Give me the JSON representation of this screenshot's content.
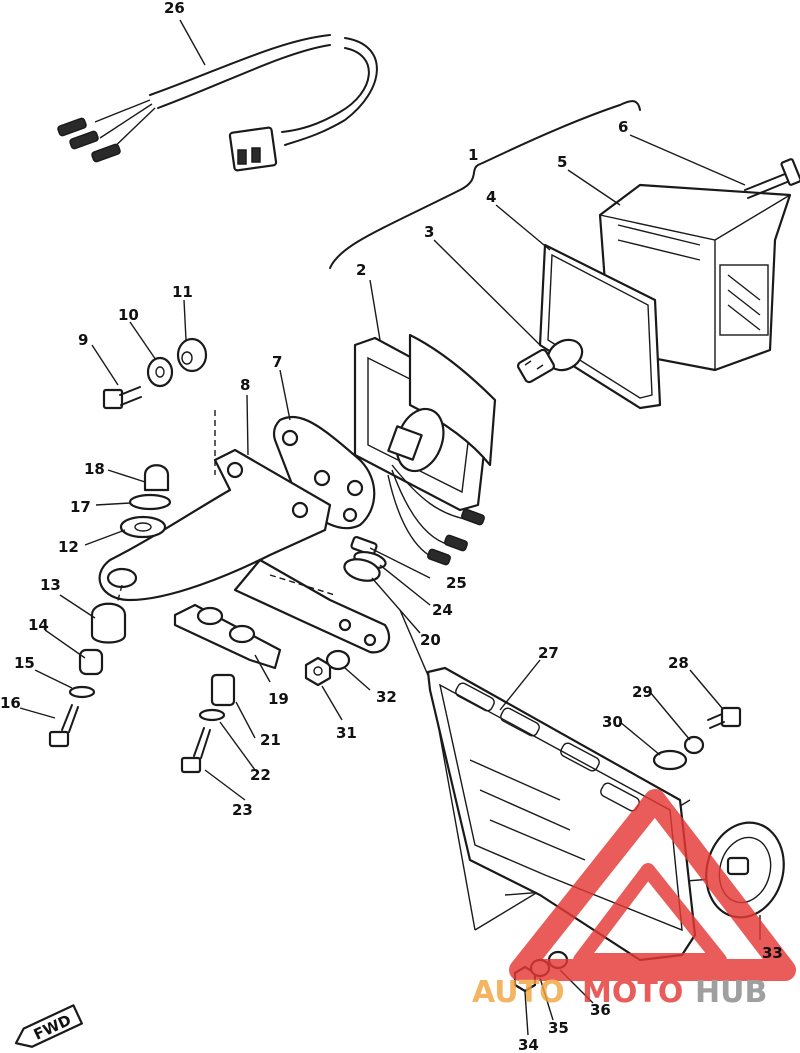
{
  "labels": [
    "1",
    "2",
    "3",
    "4",
    "5",
    "6",
    "7",
    "8",
    "9",
    "10",
    "11",
    "12",
    "13",
    "14",
    "15",
    "16",
    "17",
    "18",
    "19",
    "20",
    "21",
    "22",
    "23",
    "24",
    "25",
    "26",
    "27",
    "28",
    "29",
    "30",
    "31",
    "32",
    "33",
    "34",
    "35",
    "36"
  ],
  "fwd_label": "FWD",
  "watermark": {
    "part1": "AUTO",
    "part2": "MOTO",
    "part3": "HUB",
    "colors": {
      "orange": "#f2a540",
      "red": "#e53935",
      "grey": "#8a8a8a",
      "triangle": "#e53935"
    }
  }
}
